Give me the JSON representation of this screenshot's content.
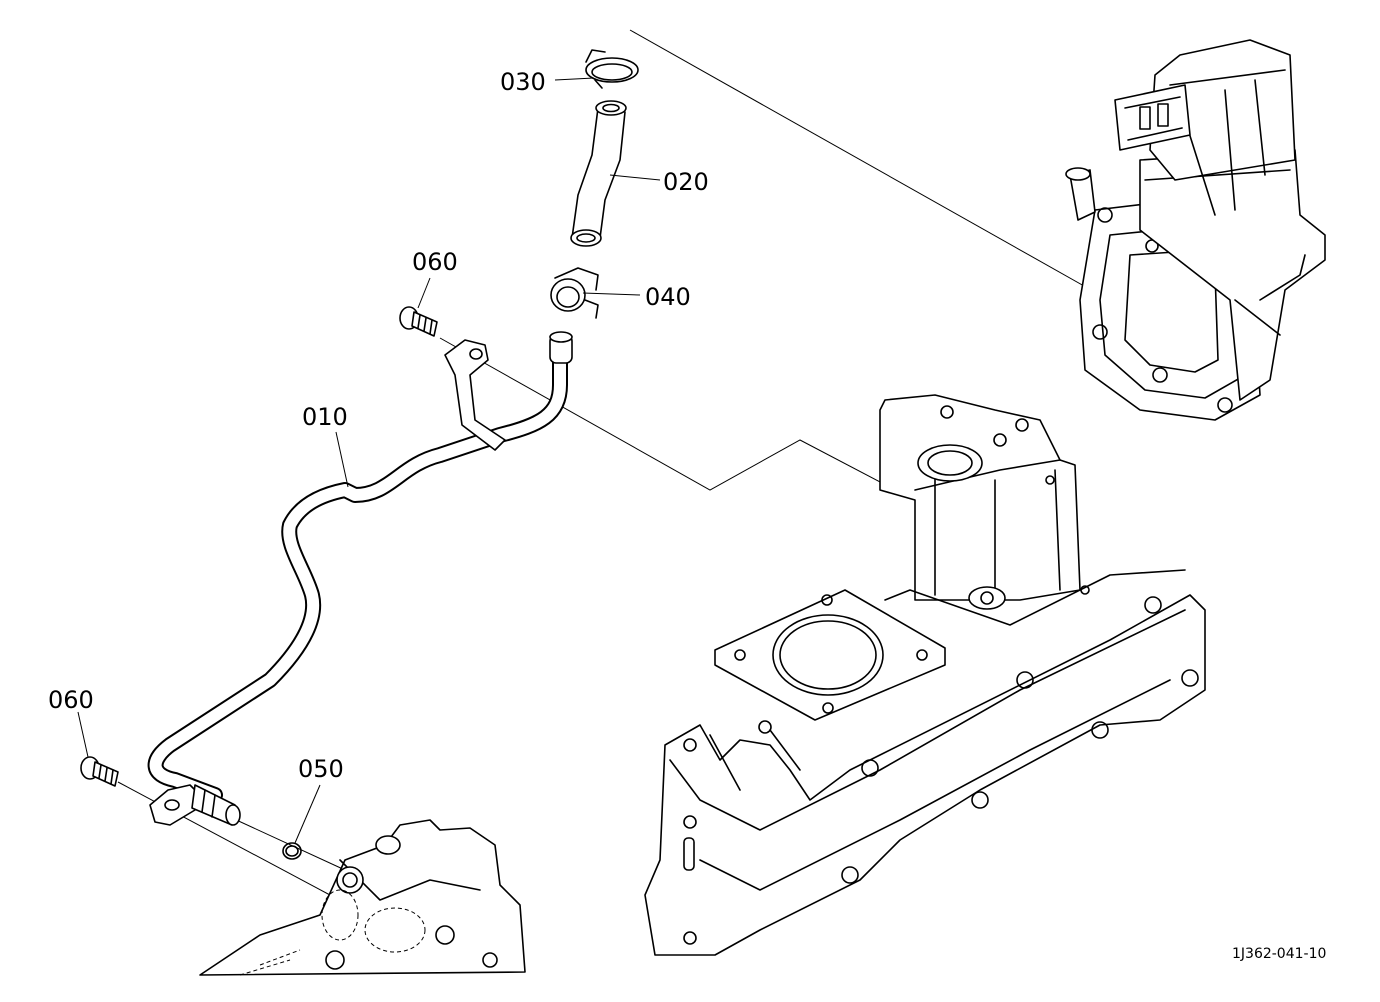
{
  "diagram": {
    "callouts": {
      "c030": "030",
      "c020": "020",
      "c040": "040",
      "c060_top": "060",
      "c010": "010",
      "c060_bottom": "060",
      "c050": "050"
    },
    "drawing_code": "1J362-041-10"
  }
}
